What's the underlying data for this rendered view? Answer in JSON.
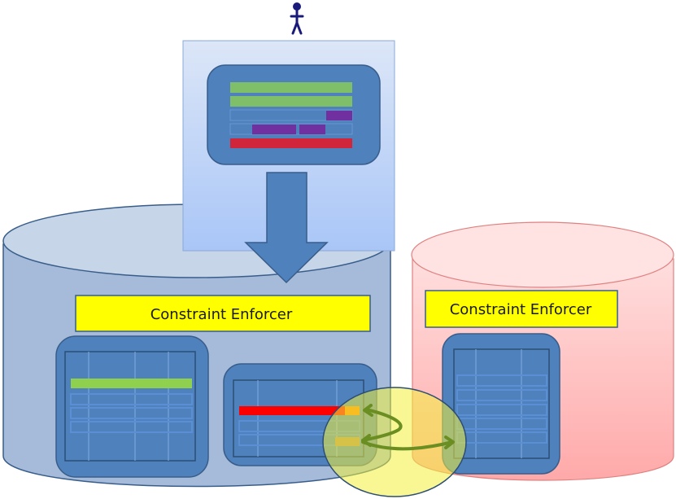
{
  "diagram": {
    "user": {
      "icon": "person-icon"
    },
    "client_panel": {
      "form": {
        "rows": [
          {
            "segments": [
              "green"
            ]
          },
          {
            "segments": [
              "green"
            ]
          },
          {
            "segments": [
              "blue",
              "purple"
            ]
          },
          {
            "segments": [
              "blue",
              "purple",
              "purple",
              "blue"
            ]
          },
          {
            "segments": [
              "red"
            ]
          }
        ]
      },
      "arrow": "down-arrow-icon"
    },
    "left_database": {
      "color": "#a5bbd9",
      "enforcer_label": "Constraint Enforcer",
      "tables": [
        {
          "highlight_row": "green"
        },
        {
          "highlight_row": "red-orange",
          "linked_cell": "brown"
        }
      ]
    },
    "right_database": {
      "color": "#ffbfbf",
      "enforcer_label": "Constraint Enforcer",
      "tables": [
        {
          "highlight_row": "none"
        }
      ]
    },
    "overlap_highlight": {
      "color": "#f5f55a",
      "links": [
        "bidirectional-arrow",
        "bidirectional-arrow"
      ]
    },
    "colors": {
      "table_bg": "#4f81bd",
      "table_border": "#385d8a",
      "enforcer_bg": "#ffff00",
      "green": "#8fd14f",
      "red": "#ff0000",
      "orange": "#ff7f00",
      "purple": "#7030a0",
      "arrow_green": "#6b8e23"
    }
  }
}
